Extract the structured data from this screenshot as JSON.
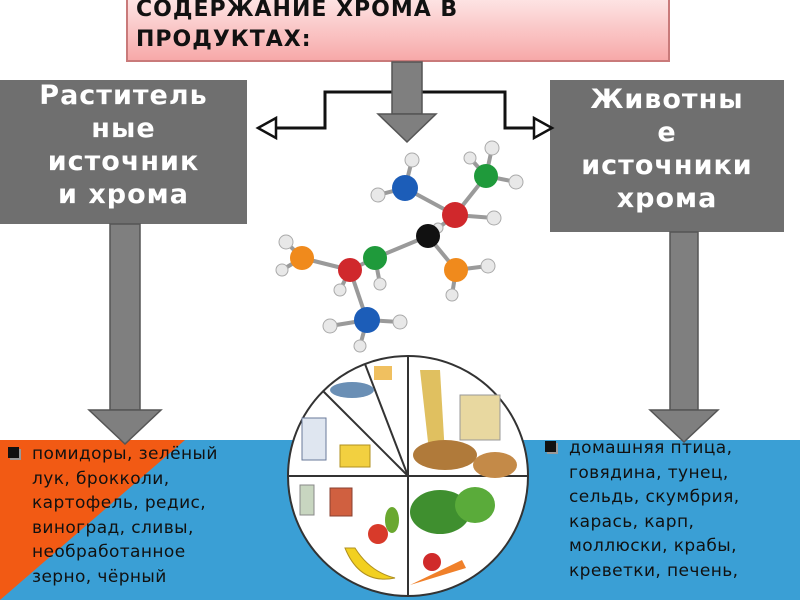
{
  "title": "СОДЕРЖАНИЕ ХРОМА В\nПРОДУКТАХ:",
  "plant_box": {
    "label": "Раститель\nные\nисточник\nи хрома"
  },
  "animal_box": {
    "label": "Животны\nе\nисточники\nхрома"
  },
  "plant_list": {
    "text": "помидоры, зелёный\nлук, брокколи,\nкартофель, редис,\nвиноград, сливы,\nнеобработанное\nзерно, чёрный"
  },
  "animal_list": {
    "text": "домашняя птица,\nговядина, тунец,\nсельдь, скумбрия,\nкарась, карп,\nмоллюски, крабы,\nкреветки, печень,"
  },
  "colors": {
    "title_bg": "#f7a9a9",
    "category_bg": "#6f6f6f",
    "bottom_bg": "#3a9fd5",
    "left_accent": "#f25a14",
    "arrow": "#7f7f7f"
  },
  "icons": [
    "molecule-illustration",
    "food-pyramid-illustration",
    "down-arrow",
    "left-arrow",
    "right-arrow"
  ]
}
